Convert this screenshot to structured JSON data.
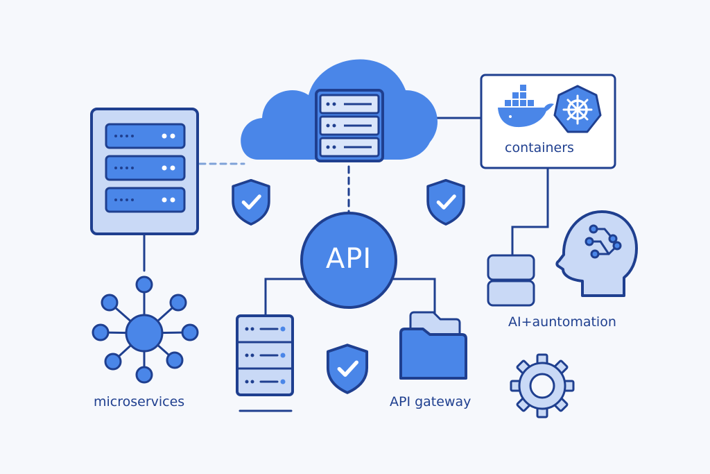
{
  "labels": {
    "api": "API",
    "containers": "containers",
    "ai_automation": "AI+auntomation",
    "microservices": "microservices",
    "api_gateway": "API gateway"
  },
  "icons": [
    "cloud-server-icon",
    "server-rack-icon",
    "shield-check-icon",
    "docker-whale-icon",
    "kubernetes-icon",
    "database-icon",
    "ai-head-icon",
    "network-hub-icon",
    "folder-icon",
    "gear-icon"
  ],
  "colors": {
    "outline": "#1f3f8f",
    "accent": "#4a86e8",
    "light_fill": "#c9d9f6",
    "background": "#f6f8fc"
  }
}
